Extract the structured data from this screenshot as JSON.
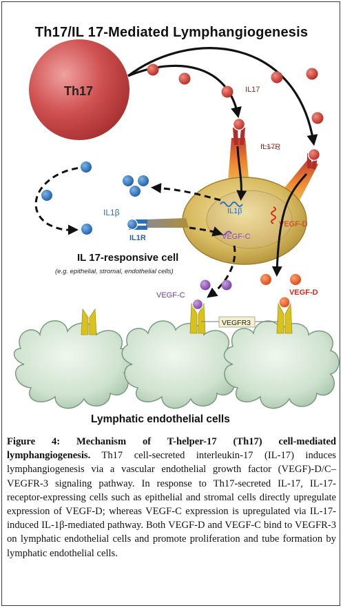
{
  "title": "Th17/IL 17-Mediated  Lymphangiogenesis",
  "labels": {
    "th17": "Th17",
    "il17": "IL17",
    "il17r": "IL17R",
    "il1b_inner": "IL1β",
    "il1b_outer": "IL1β",
    "il1r": "IL1R",
    "vegfc_inner": "VEGF-C",
    "vegfd_inner": "VEGF-D",
    "vegfc_outer": "VEGF-C",
    "vegfd_outer": "VEGF-D",
    "vegfr3": "VEGFR3",
    "responsive_cell": "IL 17-responsive cell",
    "responsive_cell_sub": "(e.g. epithelial, stromal, endothelial cells)",
    "lymphatic": "Lymphatic endothelial cells"
  },
  "colors": {
    "th17": "#c94040",
    "il17_dot": "#c0302a",
    "il1b_dot": "#2a6fb8",
    "vegfc_dot": "#8a4fb0",
    "vegfd_dot": "#e05a20",
    "cell_body": "#c9a84a",
    "lymphatic_cell": "#cfe0d0",
    "receptor": "#d9c21e"
  },
  "caption": {
    "figure_label": "Figure 4: Mechanism of T-helper-17 (Th17) cell-mediated lymphangiogenesis.",
    "text": " Th17 cell-secreted interleukin-17 (IL-17) induces lymphangiogenesis via a vascular endothelial growth factor (VEGF)-D/C–VEGFR-3 signaling pathway. In response to Th17-secreted IL-17, IL-17-receptor-expressing cells such as epithelial and stromal cells directly upregulate expression of VEGF-D; whereas VEGF-C expression is upregulated via IL-17-induced IL-1β-mediated pathway. Both VEGF-D and VEGF-C bind to VEGFR-3 on lymphatic endothelial cells and promote proliferation and tube formation by lymphatic endothelial cells."
  }
}
